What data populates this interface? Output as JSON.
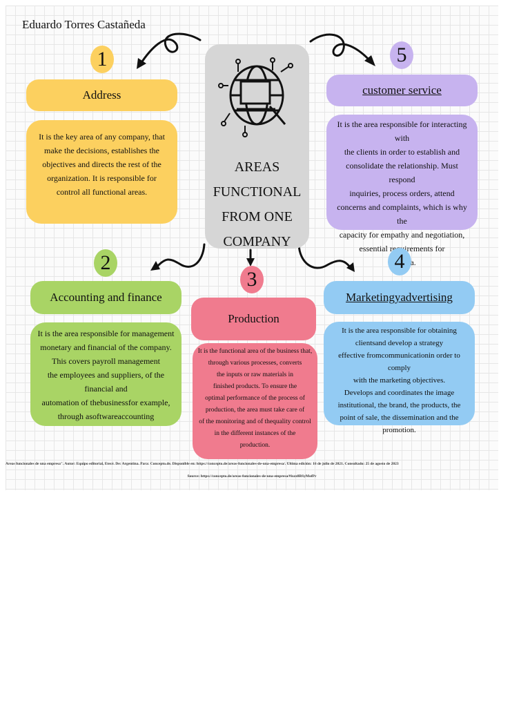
{
  "author": "Eduardo Torres Castañeda",
  "center_title": [
    "AREAS",
    "FUNCTIONAL",
    "FROM ONE",
    "COMPANY"
  ],
  "areas": [
    {
      "number": "1",
      "title": "Address",
      "text": [
        "It is the key area of any company, that",
        "make the decisions, establishes the",
        "objectives and directs the rest of the",
        "organization. It is responsible for",
        "control all functional areas."
      ]
    },
    {
      "number": "2",
      "title": "Accounting and finance",
      "text": [
        "It is the area responsible for management",
        "monetary and financial of the company.",
        "This covers payroll management",
        "the employees and suppliers, of the",
        "financial and",
        "automation of thebusinessfor example,",
        "through asoftwareaccounting"
      ]
    },
    {
      "number": "3",
      "title": "Production",
      "text": [
        "It is the functional area of the business that,",
        "through various processes, converts",
        "the inputs or raw materials in",
        "finished products. To ensure the",
        "optimal performance of the process of",
        "production, the area must take care of",
        "of the monitoring and of thequality control",
        "in the different instances of the",
        "production."
      ]
    },
    {
      "number": "4",
      "title": "Marketingyadvertising",
      "text": [
        "It is the area responsible for obtaining",
        "clientsand develop a strategy",
        "effective fromcommunicationin order to comply",
        "with the marketing objectives.",
        "Develops and coordinates the image",
        "institutional, the brand, the products, the",
        "point of sale, the dissemination and the",
        "promotion."
      ]
    },
    {
      "number": "5",
      "title": "customer service",
      "text": [
        "It is the area responsible for interacting with",
        "the clients in order to establish and",
        "consolidate the relationship. Must respond",
        "inquiries, process orders, attend",
        "concerns and complaints, which is why the",
        "capacity for empathy and negotiation,",
        "essential requirements for",
        "the area."
      ]
    }
  ],
  "citation": "Áreas funcionales de una empresa\". Autor: Equipo editorial, Etecé. De: Argentina. Para: Concepto.de. Disponible en: https://concepto.de/areas-funcionales-de-una-empresa/. Última edición: 16 de julio de 2021. Consultado: 25 de agosto de 2023",
  "source": "Source: https://concepto.de/areas-funcionales-de-una-empresa/#ixzz8BSyMofPr",
  "colors": {
    "address": "#fcd05f",
    "accounting": "#a9d465",
    "production": "#f07b8e",
    "marketing": "#93cbf3",
    "customer": "#c7b3ef",
    "center": "#d6d6d6"
  }
}
